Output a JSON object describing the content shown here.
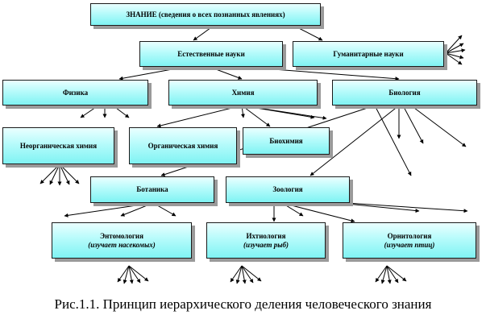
{
  "caption": "Рис.1.1. Принцип иерархического деления человеческого знания",
  "nodes": {
    "root": "ЗНАНИЕ (сведения о всех познанных явлениях)",
    "natural": "Естественные науки",
    "humanities": "Гуманитарные науки",
    "physics": "Физика",
    "chemistry": "Химия",
    "biology": "Биология",
    "inorganic": "Неорганическая химия",
    "organic": "Органическая химия",
    "biochem": "Биохимия",
    "botany": "Ботаника",
    "zoology": "Зоология",
    "entomology": "Энтомология",
    "entomology_note": "(изучает насекомых)",
    "ichthyology": "Ихтиология",
    "ichthyology_note": "(изучает рыб)",
    "ornithology": "Орнитология",
    "ornithology_note": "(изучает птиц)"
  }
}
